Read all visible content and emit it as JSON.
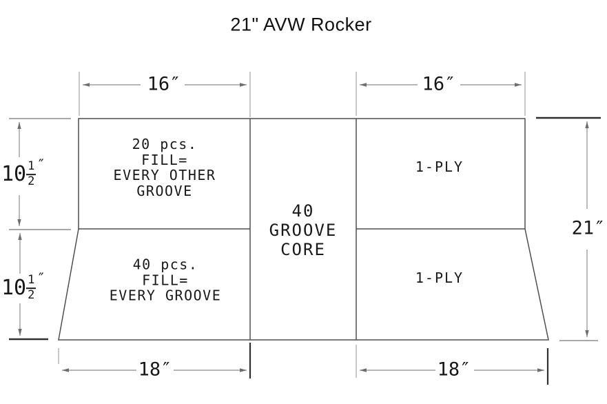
{
  "title": "21\" AVW Rocker",
  "dimensions": {
    "top_left_width": "16″",
    "top_right_width": "16″",
    "bottom_left_width": "18″",
    "bottom_right_width": "18″",
    "overall_height": "21″",
    "upper_height": {
      "whole": "10",
      "numerator": "1",
      "denominator": "2",
      "unit": "″"
    },
    "lower_height": {
      "whole": "10",
      "numerator": "1",
      "denominator": "2",
      "unit": "″"
    }
  },
  "panels": {
    "upper_left": "20 pcs.\nFILL=\nEVERY OTHER\nGROOVE",
    "lower_left": "40 pcs.\nFILL=\nEVERY GROOVE",
    "center": "40\nGROOVE\nCORE",
    "upper_right": "1-PLY",
    "lower_right": "1-PLY"
  },
  "colors": {
    "background": "#ffffff",
    "outline": "#4f4f4f",
    "dimension_line": "#8b8b8b",
    "dark_tick": "#2f2f2f",
    "text": "#1c1c1c"
  }
}
